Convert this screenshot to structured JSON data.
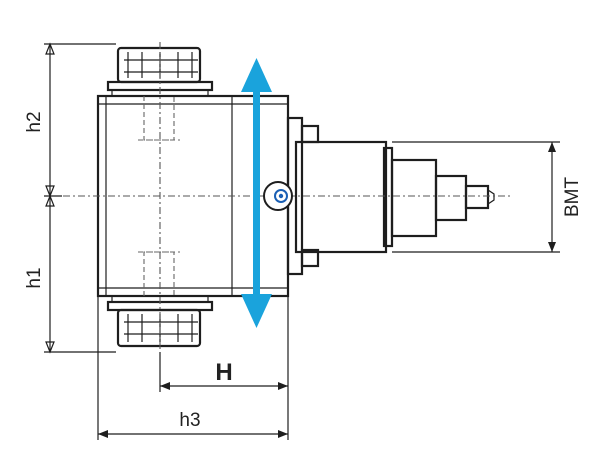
{
  "labels": {
    "h1": "h1",
    "h2": "h2",
    "h3": "h3",
    "H": "H",
    "BMT": "BMT"
  },
  "colors": {
    "line": "#1e1e1e",
    "arrow": "#1aa3dc",
    "pivot": "#1a5fb4"
  },
  "icons": {
    "adjustment_arrow": "double-headed-vertical-arrow",
    "pivot": "pivot-screw-icon"
  }
}
